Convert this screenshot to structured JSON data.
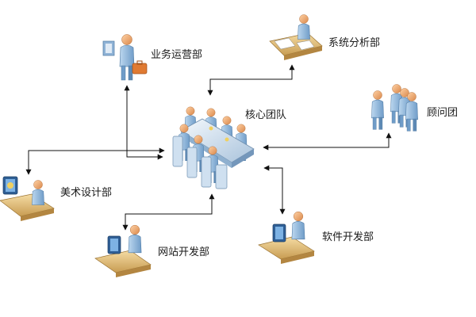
{
  "diagram": {
    "nodes": {
      "business_ops": {
        "label": "业务运营部",
        "icon": "businessman-with-briefcase-icon"
      },
      "system_analysis": {
        "label": "系统分析部",
        "icon": "person-at-desk-with-documents-icon"
      },
      "core_team": {
        "label": "核心团队",
        "icon": "meeting-table-team-icon"
      },
      "consultants": {
        "label": "顾问团",
        "icon": "group-of-people-icon"
      },
      "art_design": {
        "label": "美术设计部",
        "icon": "designer-at-computer-icon"
      },
      "web_dev": {
        "label": "网站开发部",
        "icon": "developer-at-computer-icon"
      },
      "software_dev": {
        "label": "软件开发部",
        "icon": "programmer-at-computer-icon"
      }
    },
    "edges": [
      {
        "from": "core_team",
        "to": "business_ops",
        "type": "bidirectional"
      },
      {
        "from": "core_team",
        "to": "system_analysis",
        "type": "bidirectional"
      },
      {
        "from": "core_team",
        "to": "consultants",
        "type": "bidirectional"
      },
      {
        "from": "core_team",
        "to": "art_design",
        "type": "bidirectional"
      },
      {
        "from": "core_team",
        "to": "web_dev",
        "type": "bidirectional"
      },
      {
        "from": "core_team",
        "to": "software_dev",
        "type": "bidirectional"
      }
    ],
    "colors": {
      "skin": "#f2b07a",
      "shirt": "#9cc3e6",
      "shirt_dark": "#6f9cc8",
      "desk": "#e9c987",
      "desk_dark": "#c89c52",
      "table": "#d9e6f2",
      "edge": "#111111"
    }
  }
}
